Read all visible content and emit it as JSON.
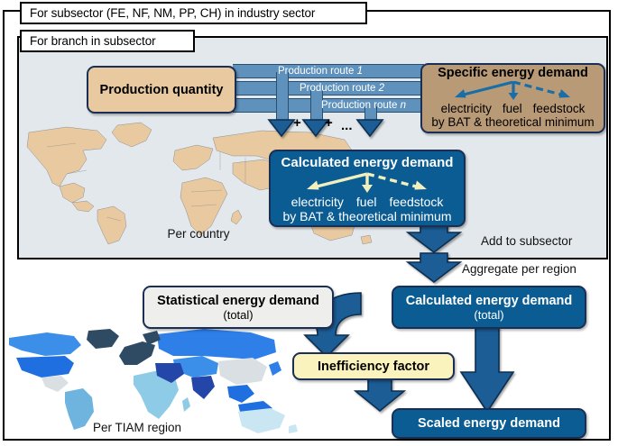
{
  "frames": {
    "outer_label": "For subsector (FE, NF, NM, PP, CH) in industry sector",
    "inner_label": "For branch in subsector"
  },
  "maps": {
    "top": {
      "caption": "Per country",
      "land_color": "#e8c9a0",
      "ocean_color": "#e3e8ec",
      "border_color": "#8d8f92"
    },
    "bottom": {
      "caption": "Per TIAM region",
      "ocean_color": "#ffffff",
      "region_colors": [
        "#2f4a63",
        "#1f6fe0",
        "#2f7fe8",
        "#3b8fe8",
        "#6fb4de",
        "#8ecbe6",
        "#a8d8ec",
        "#c9e6f2",
        "#d9dfe3",
        "#2446a8"
      ]
    }
  },
  "boxes": {
    "production_quantity": {
      "title": "Production quantity"
    },
    "specific_energy_demand": {
      "title": "Specific energy demand",
      "items": [
        "electricity",
        "fuel",
        "feedstock"
      ],
      "note": "by BAT & theoretical minimum",
      "fill": "#b99a76",
      "arrow_color": "#1a6ea8"
    },
    "calculated_energy_demand": {
      "title": "Calculated energy demand",
      "items": [
        "electricity",
        "fuel",
        "feedstock"
      ],
      "note": "by BAT & theoretical minimum",
      "fill": "#0a5c92",
      "arrow_color": "#f2efbe"
    },
    "statistical_energy_demand": {
      "title": "Statistical energy demand",
      "subtitle": "(total)",
      "fill": "#eeeeec"
    },
    "calculated_energy_demand_total": {
      "title": "Calculated energy demand",
      "subtitle": "(total)",
      "fill": "#0a5c92"
    },
    "inefficiency_factor": {
      "title": "Inefficiency factor",
      "fill": "#fbf3bd"
    },
    "scaled_energy_demand": {
      "title": "Scaled energy demand",
      "fill": "#0a5c92"
    }
  },
  "routes": [
    {
      "label_pre": "Production route ",
      "label_em": "1"
    },
    {
      "label_pre": "Production route ",
      "label_em": "2"
    },
    {
      "label_pre": "Production route ",
      "label_em": "n"
    }
  ],
  "operators": {
    "plus1": "+",
    "plus2": "+",
    "ellipsis": "..."
  },
  "flow_labels": {
    "add_to_subsector": "Add to subsector",
    "aggregate_per_region": "Aggregate per region"
  },
  "colors": {
    "arrow_blue": "#1a5d96",
    "arrow_outline": "#0d2f50",
    "band_blue": "#5e91bc",
    "panel_gray": "#e3e8ec",
    "frame_black": "#000000",
    "box_border_navy": "#1b2f55"
  }
}
